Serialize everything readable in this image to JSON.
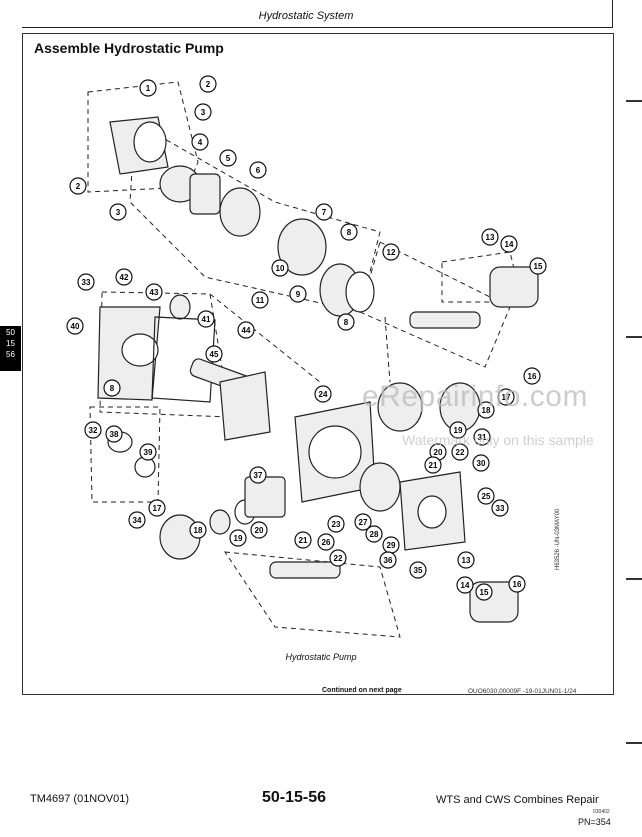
{
  "header": {
    "section": "Hydrostatic System"
  },
  "section_title": "Assemble Hydrostatic Pump",
  "side_tab": [
    "50",
    "15",
    "56"
  ],
  "figure": {
    "caption": "Hydrostatic Pump",
    "vertical_id": "H63526 -UN-03MAY00",
    "callouts": [
      "1",
      "2",
      "3",
      "2",
      "3",
      "4",
      "5",
      "6",
      "7",
      "8",
      "9",
      "10",
      "11",
      "12",
      "8",
      "13",
      "14",
      "15",
      "33",
      "42",
      "43",
      "40",
      "41",
      "44",
      "45",
      "8",
      "24",
      "16",
      "17",
      "18",
      "19",
      "20",
      "21",
      "22",
      "30",
      "31",
      "32",
      "38",
      "39",
      "37",
      "25",
      "33",
      "34",
      "17",
      "18",
      "19",
      "20",
      "21",
      "26",
      "23",
      "22",
      "27",
      "28",
      "29",
      "36",
      "35",
      "13",
      "14",
      "15",
      "16"
    ]
  },
  "watermark": {
    "main": "eRepairinfo.com",
    "sub": "Watermark only on this sample"
  },
  "continued": "Continued on next page",
  "doc_code": "OUO6030,00009F  -19-01JUN01-1/24",
  "footer": {
    "left": "TM4697 (01NOV01)",
    "center": "50-15-56",
    "right": "WTS and CWS Combines Repair",
    "code": "030402",
    "pn": "PN=354"
  }
}
